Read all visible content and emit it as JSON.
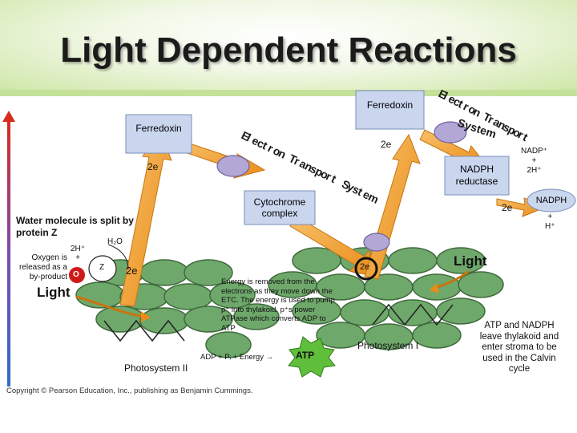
{
  "title": "Light Dependent Reactions",
  "ferredoxin_left": "Ferredoxin",
  "ferredoxin_right": "Ferredoxin",
  "etc_arc_middle": [
    "E",
    "l",
    "e",
    "c",
    "t",
    "r",
    "o",
    "n",
    " ",
    "T",
    "r",
    "a",
    "n",
    "s",
    "p",
    "o",
    "r",
    "t",
    " ",
    "S",
    "y",
    "s",
    "t",
    "e",
    "m"
  ],
  "etc_arc_right_line1": [
    "E",
    "l",
    "e",
    "c",
    "t",
    "r",
    "o",
    "n",
    " ",
    "T",
    "r",
    "a",
    "n",
    "s",
    "p",
    "o",
    "r",
    "t"
  ],
  "etc_arc_right_line2": "System",
  "two_e_left": "2e",
  "two_e_middle": "2e",
  "two_e_photosystem2": "2e",
  "two_e_photosystem1": "2e",
  "two_e_nadph": "2e",
  "nadph_reductase": "NADPH reductase",
  "nadp_plus_label": "NADP⁺\n+\n2H⁺",
  "nadph_label": "NADPH",
  "nadph_plus_h": "+\nH⁺",
  "cytochrome_complex": "Cytochrome complex",
  "water_split": "Water molecule is split by protein Z",
  "h2o": "H₂O",
  "two_h_plus": "2H⁺\n+",
  "oxygen_note": "Oxygen is released as a by-product",
  "oxygen_symbol": "O",
  "z_label": "Z",
  "light_left": "Light",
  "light_right": "Light",
  "energy_note": "Energy is removed from the electrons as they move down the ETC. The energy is used to pump p⁺ into thylakoid. p⁺s power ATPase which converts ADP to ATP",
  "adp_equation": "ADP + Pᵢ + Energy →",
  "atp_label": "ATP",
  "photosystem_2": "Photosystem II",
  "photosystem_1": "Photosystem I",
  "atp_nadph_note": "ATP and NADPH leave thylakoid and enter stroma to be used in the Calvin cycle",
  "copyright": "Copyright © Pearson Education, Inc., publishing as Benjamin Cummings.",
  "colors": {
    "arrow_orange": "#f2a126",
    "green_disc": "#6fa86b",
    "green_disc_dark": "#3f6b3d",
    "box_blue": "#c9d6ee",
    "purple_oval": "#b3a7d6",
    "atp_star": "#5fbf3b",
    "oxygen_red": "#d01a1a"
  }
}
